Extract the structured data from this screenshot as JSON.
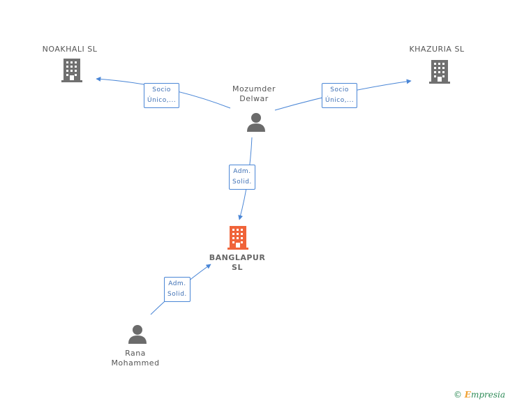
{
  "colors": {
    "edge": "#4a86d6",
    "company_icon": "#707070",
    "main_company_icon": "#f0643a",
    "person_icon": "#6b6b6b"
  },
  "nodes": {
    "noakhali": {
      "name": "NOAKHALI SL",
      "icon": "building-icon"
    },
    "khazuria": {
      "name": "KHAZURIA  SL",
      "icon": "building-icon"
    },
    "mozumder": {
      "name_line1": "Mozumder",
      "name_line2": "Delwar",
      "icon": "person-icon"
    },
    "banglapur": {
      "name_line1": "BANGLAPUR",
      "name_line2": "SL",
      "icon": "building-icon"
    },
    "rana": {
      "name_line1": "Rana",
      "name_line2": "Mohammed",
      "icon": "person-icon"
    }
  },
  "edges": {
    "mozumder_noakhali": {
      "line1": "Socio",
      "line2": "Único,..."
    },
    "mozumder_khazuria": {
      "line1": "Socio",
      "line2": "Único,..."
    },
    "mozumder_banglapur": {
      "line1": "Adm.",
      "line2": "Solid."
    },
    "rana_banglapur": {
      "line1": "Adm.",
      "line2": "Solid."
    }
  },
  "footer": {
    "copyright_symbol": "©",
    "brand_initial": "E",
    "brand_rest": "mpresia"
  }
}
